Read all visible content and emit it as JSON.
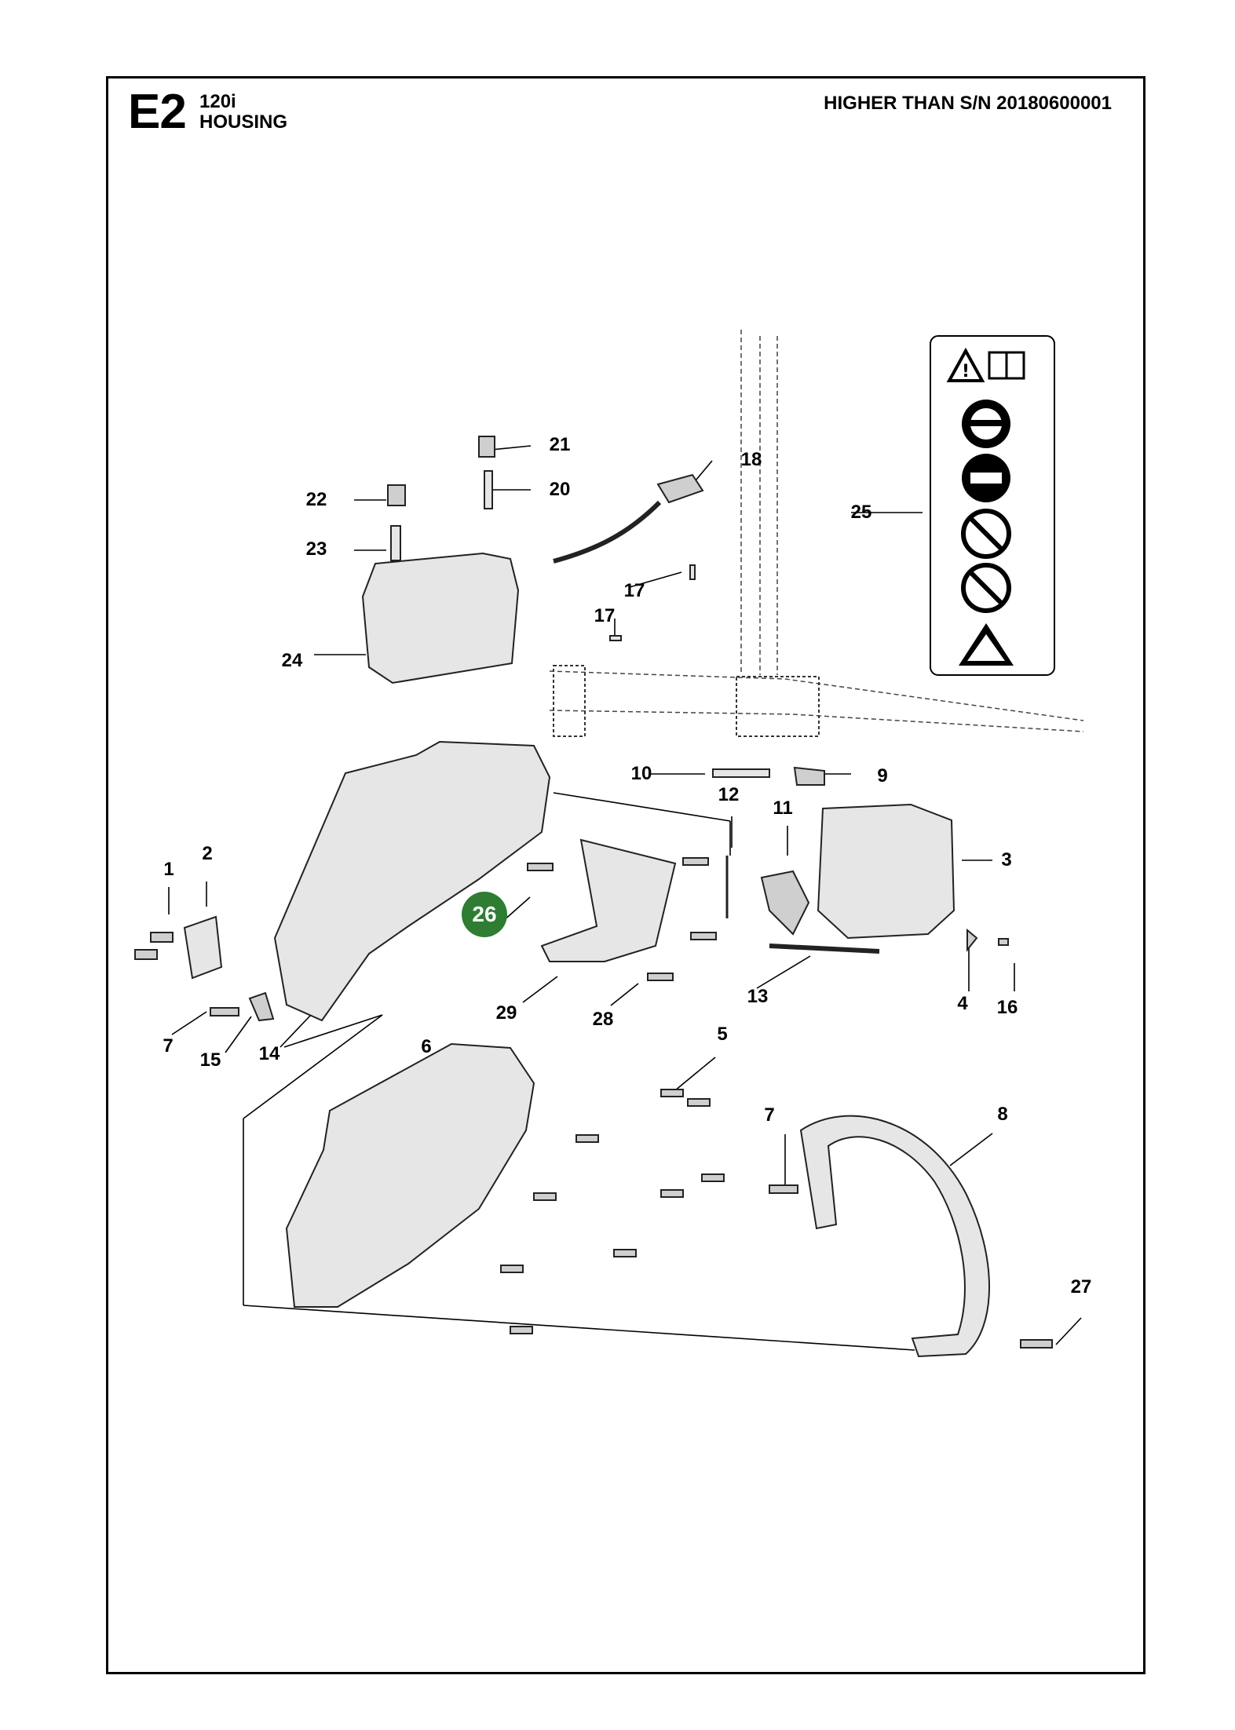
{
  "header": {
    "section_code": "E2",
    "model": "120i",
    "section_title": "HOUSING",
    "serial_note": "HIGHER THAN S/N 20180600001"
  },
  "callouts": {
    "c1": "1",
    "c2": "2",
    "c3": "3",
    "c4": "4",
    "c5": "5",
    "c6": "6",
    "c7a": "7",
    "c7b": "7",
    "c8": "8",
    "c9": "9",
    "c10": "10",
    "c11": "11",
    "c12": "12",
    "c13": "13",
    "c14": "14",
    "c15": "15",
    "c16": "16",
    "c17a": "17",
    "c17b": "17",
    "c18": "18",
    "c20": "20",
    "c21": "21",
    "c22": "22",
    "c23": "23",
    "c24": "24",
    "c25": "25",
    "c26": "26",
    "c27": "27",
    "c28": "28",
    "c29": "29"
  },
  "colors": {
    "highlight_badge": "#2e7d32"
  },
  "decal_icons": [
    "warning-triangle-icon",
    "read-manual-icon",
    "wear-protection-icon",
    "two-hand-operation-icon",
    "no-one-hand-use-icon",
    "no-kickback-icon",
    "kickback-warning-icon"
  ]
}
